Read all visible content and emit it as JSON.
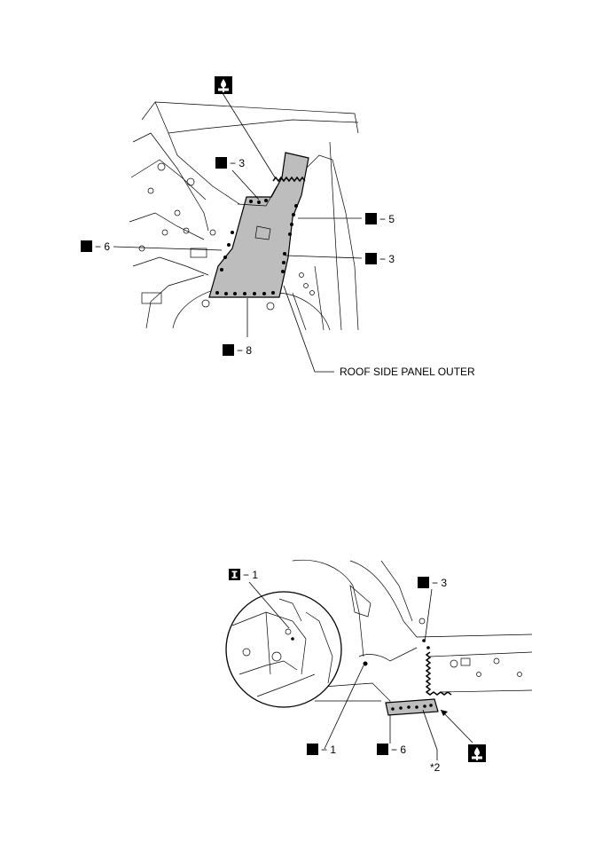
{
  "top_figure": {
    "callouts": [
      {
        "symbol": "spot-weld",
        "text": "− 3"
      },
      {
        "symbol": "spot-weld",
        "text": "− 5"
      },
      {
        "symbol": "spot-weld",
        "text": "− 6"
      },
      {
        "symbol": "spot-weld",
        "text": "− 3"
      },
      {
        "symbol": "spot-weld",
        "text": "− 8"
      }
    ],
    "part_label": "ROOF SIDE PANEL OUTER",
    "icons": [
      "brazing-icon"
    ]
  },
  "bottom_figure": {
    "callouts": [
      {
        "symbol": "plug-weld",
        "text": "− 1"
      },
      {
        "symbol": "spot-weld",
        "text": "− 3"
      },
      {
        "symbol": "spot-weld",
        "text": "− 1"
      },
      {
        "symbol": "spot-weld",
        "text": "− 6"
      }
    ],
    "note_label": "*2",
    "icons": [
      "brazing-icon"
    ]
  }
}
